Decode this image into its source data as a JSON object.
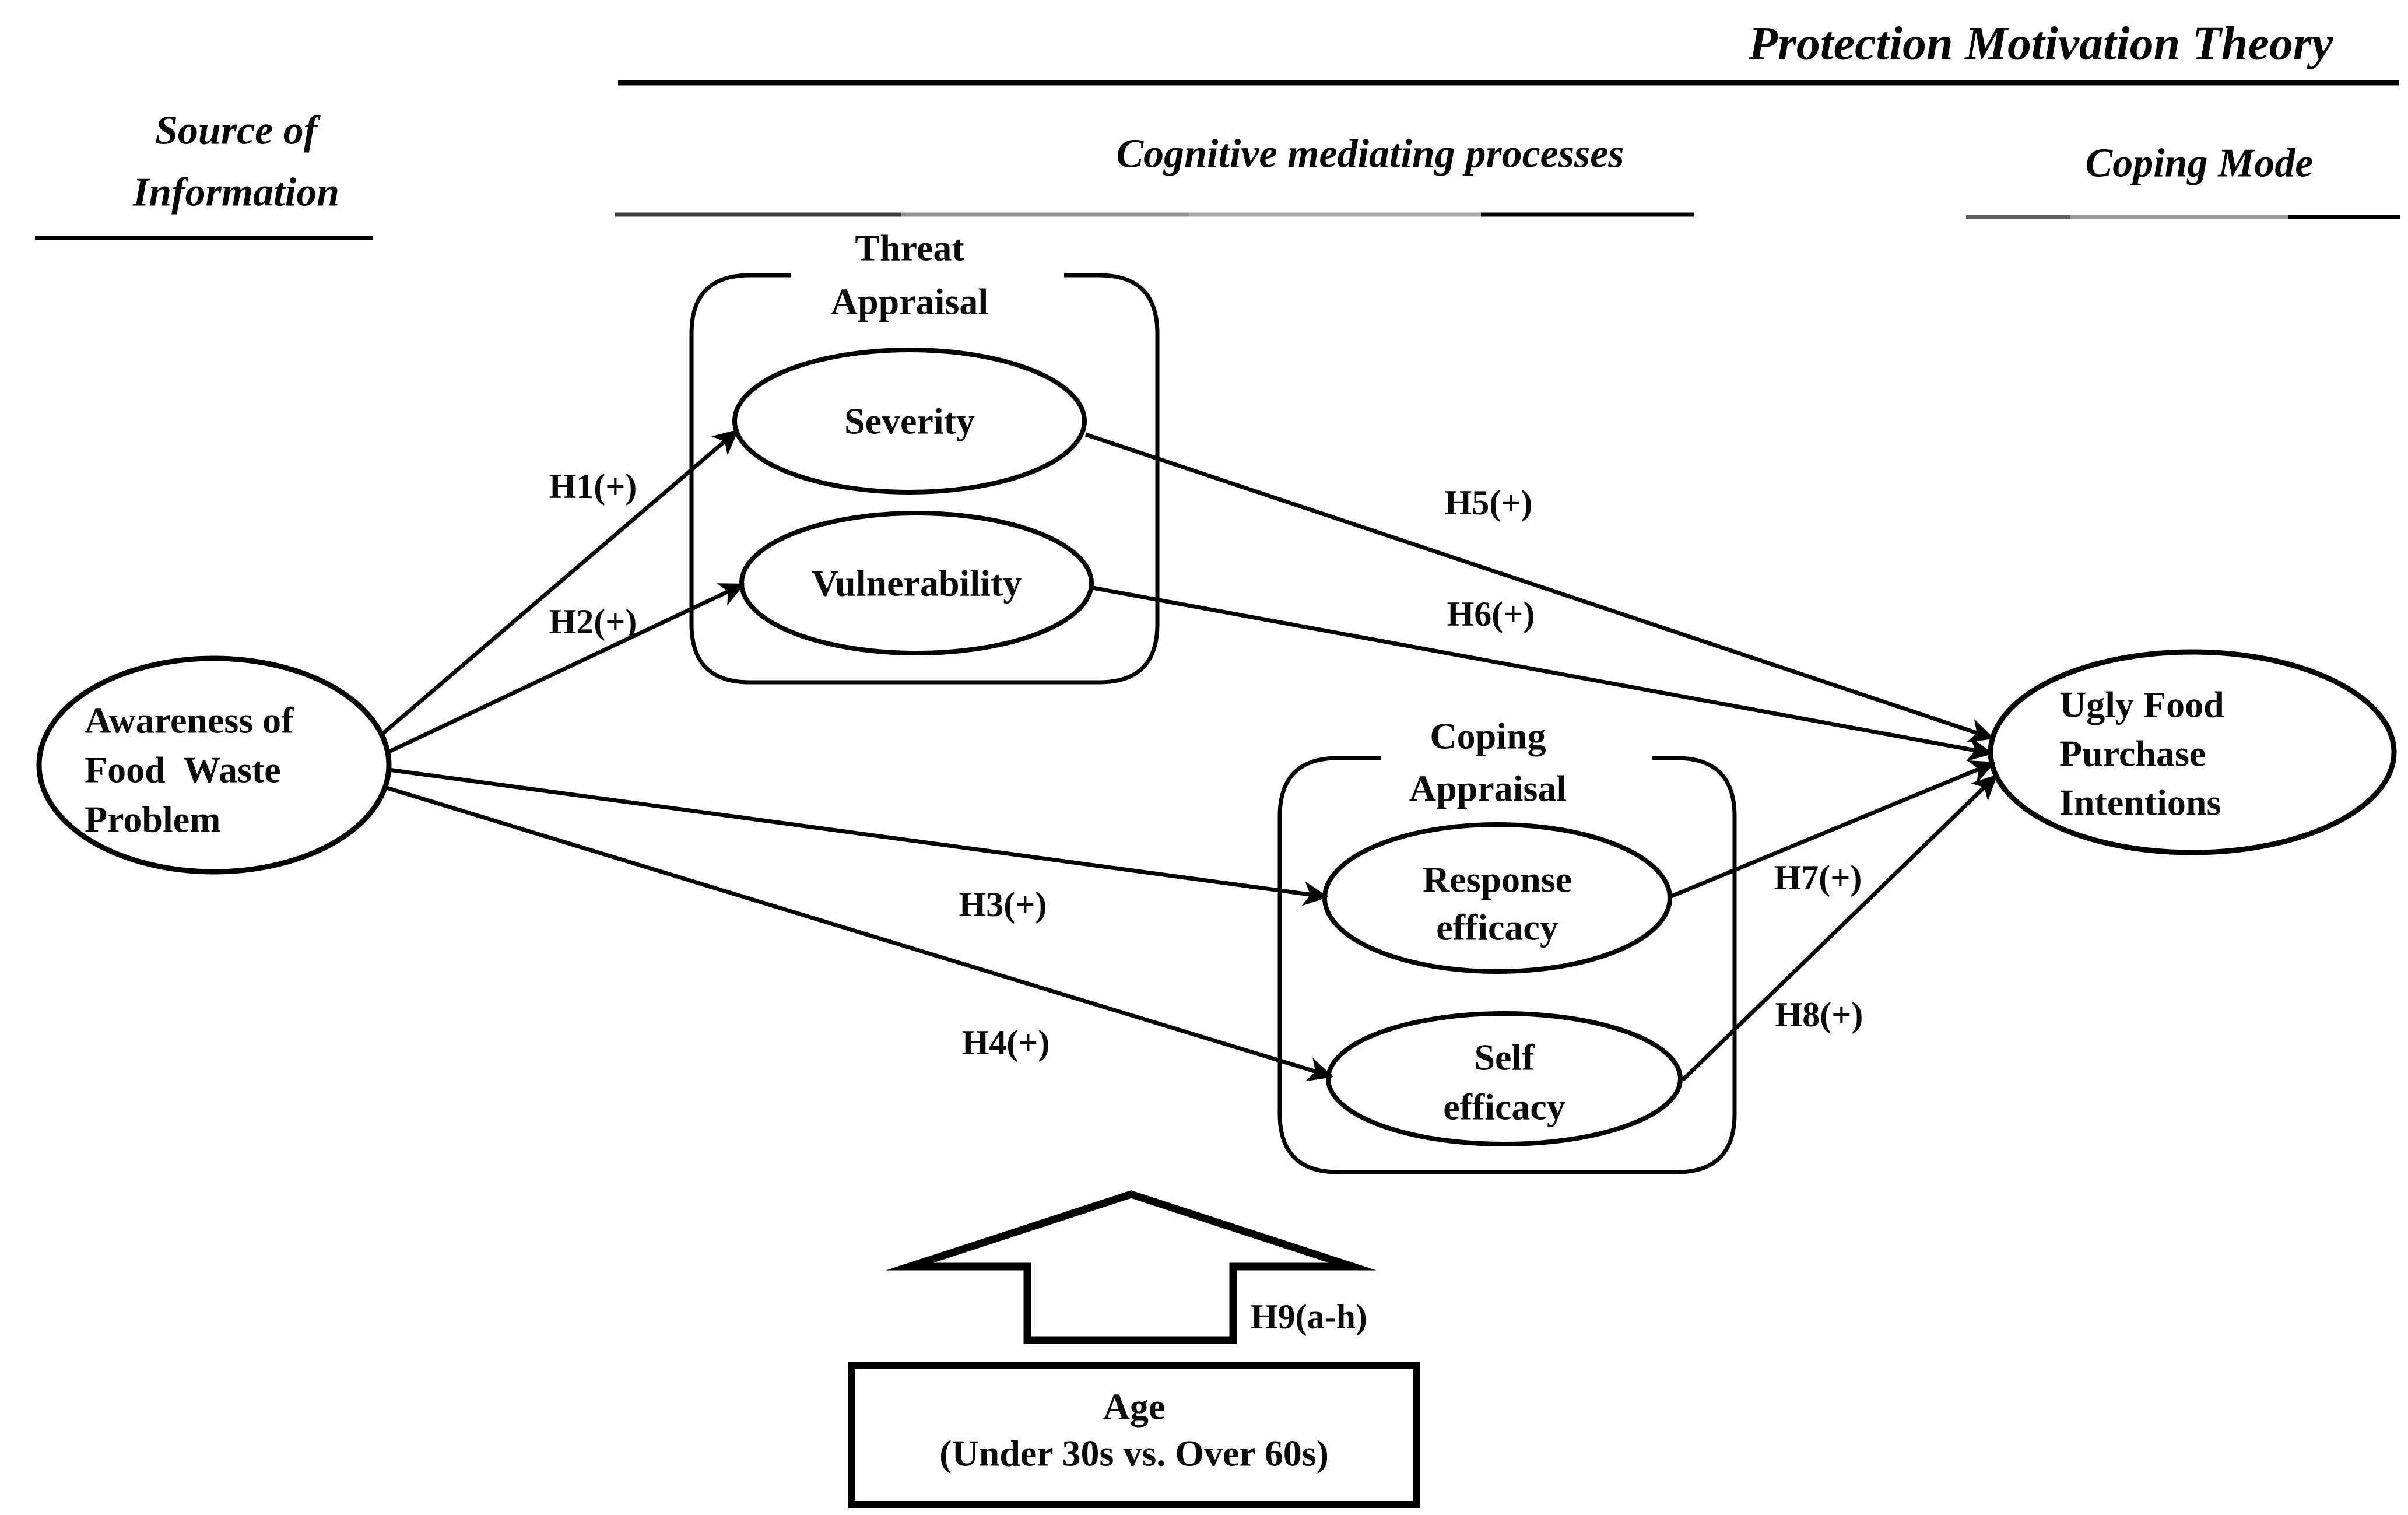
{
  "figure": {
    "title": "Protection Motivation Theory",
    "columns": {
      "source": {
        "line1": "Source of",
        "line2": "Information"
      },
      "cognitive": "Cognitive mediating processes",
      "coping": "Coping Mode"
    },
    "groups": {
      "threat_appraisal": {
        "lines": [
          "Threat",
          "Appraisal"
        ]
      },
      "coping_appraisal": {
        "lines": [
          "Coping",
          "Appraisal"
        ]
      }
    },
    "nodes": {
      "awareness": {
        "lines": [
          "Awareness of",
          "Food  Waste",
          "Problem"
        ]
      },
      "severity": {
        "label": "Severity"
      },
      "vulnerability": {
        "label": "Vulnerability"
      },
      "response_efficacy": {
        "lines": [
          "Response",
          "efficacy"
        ]
      },
      "self_efficacy": {
        "lines": [
          "Self",
          "efficacy"
        ]
      },
      "ugly_food": {
        "lines": [
          "Ugly Food",
          "Purchase",
          "Intentions"
        ]
      }
    },
    "hypotheses": {
      "h1": "H1(+)",
      "h2": "H2(+)",
      "h3": "H3(+)",
      "h4": "H4(+)",
      "h5": "H5(+)",
      "h6": "H6(+)",
      "h7": "H7(+)",
      "h8": "H8(+)",
      "h9": "H9(a-h)"
    },
    "moderator": {
      "line1": "Age",
      "line2": "(Under 30s vs. Over 60s)"
    },
    "colors": {
      "ink": "#000000",
      "rule_dark": "#3f3f3f",
      "rule_gray": "#8f8f8f",
      "rule_light": "#a6a6a6"
    }
  }
}
